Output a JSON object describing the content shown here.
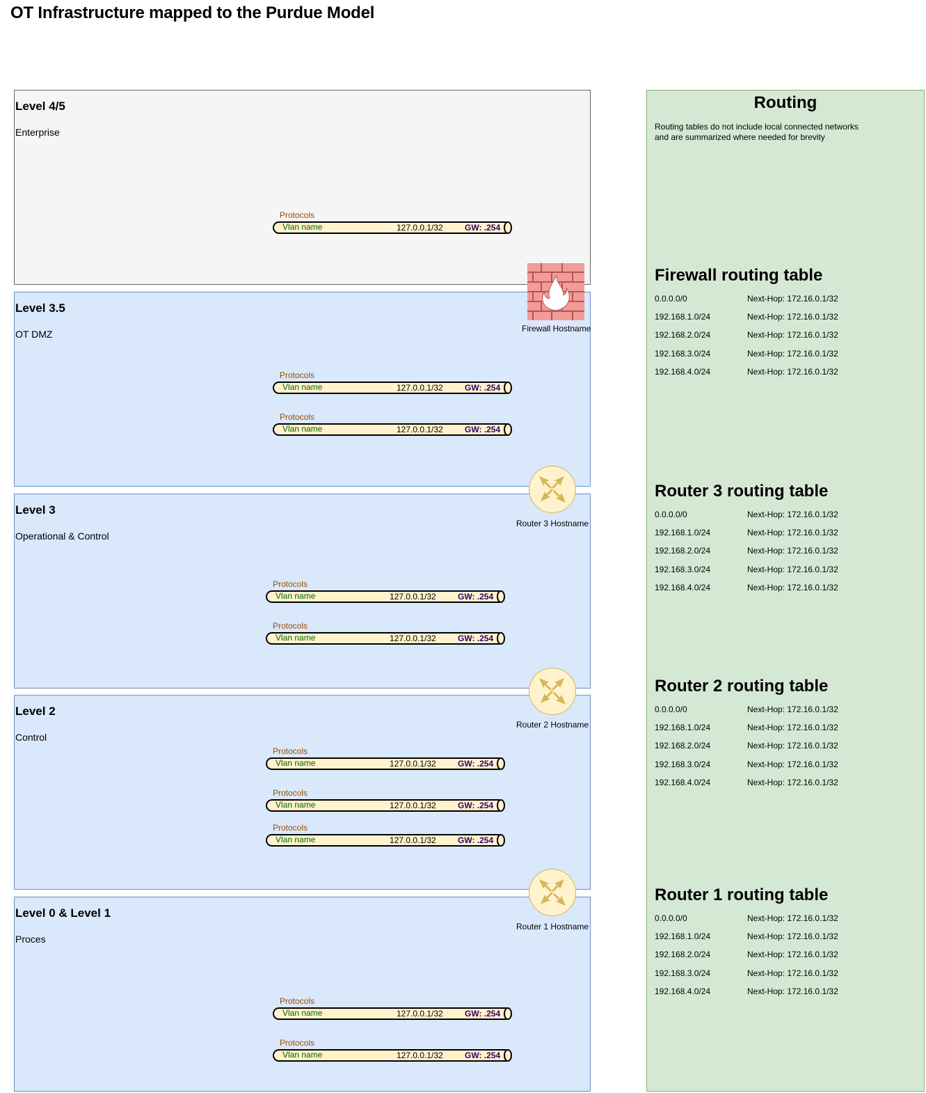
{
  "title": "OT Infrastructure mapped to the Purdue Model",
  "levels": [
    {
      "name": "Level 4/5",
      "desc": "Enterprise"
    },
    {
      "name": "Level 3.5",
      "desc": "OT DMZ"
    },
    {
      "name": "Level 3",
      "desc": "Operational & Control"
    },
    {
      "name": "Level 2",
      "desc": "Control"
    },
    {
      "name": "Level 0 & Level 1",
      "desc": "Proces"
    }
  ],
  "vlan": {
    "protocols": "Protocols",
    "name": "Vlan name",
    "ip": "127.0.0.1/32",
    "gw": "GW: .254"
  },
  "devices": {
    "firewall": "Firewall Hostname",
    "router3": "Router 3 Hostname",
    "router2": "Router 2 Hostname",
    "router1": "Router 1 Hostname"
  },
  "routing": {
    "title": "Routing",
    "note": "Routing tables do not include local connected networks and are summarized where needed for brevity",
    "tables": [
      {
        "title": "Firewall routing table",
        "rows": [
          {
            "net": "0.0.0.0/0",
            "hop": "Next-Hop: 172.16.0.1/32"
          },
          {
            "net": "192.168.1.0/24",
            "hop": "Next-Hop: 172.16.0.1/32"
          },
          {
            "net": "192.168.2.0/24",
            "hop": "Next-Hop: 172.16.0.1/32"
          },
          {
            "net": "192.168.3.0/24",
            "hop": "Next-Hop: 172.16.0.1/32"
          },
          {
            "net": "192.168.4.0/24",
            "hop": "Next-Hop: 172.16.0.1/32"
          }
        ]
      },
      {
        "title": "Router 3 routing table",
        "rows": [
          {
            "net": "0.0.0.0/0",
            "hop": "Next-Hop: 172.16.0.1/32"
          },
          {
            "net": "192.168.1.0/24",
            "hop": "Next-Hop: 172.16.0.1/32"
          },
          {
            "net": "192.168.2.0/24",
            "hop": "Next-Hop: 172.16.0.1/32"
          },
          {
            "net": "192.168.3.0/24",
            "hop": "Next-Hop: 172.16.0.1/32"
          },
          {
            "net": "192.168.4.0/24",
            "hop": "Next-Hop: 172.16.0.1/32"
          }
        ]
      },
      {
        "title": "Router 2 routing table",
        "rows": [
          {
            "net": "0.0.0.0/0",
            "hop": "Next-Hop: 172.16.0.1/32"
          },
          {
            "net": "192.168.1.0/24",
            "hop": "Next-Hop: 172.16.0.1/32"
          },
          {
            "net": "192.168.2.0/24",
            "hop": "Next-Hop: 172.16.0.1/32"
          },
          {
            "net": "192.168.3.0/24",
            "hop": "Next-Hop: 172.16.0.1/32"
          },
          {
            "net": "192.168.4.0/24",
            "hop": "Next-Hop: 172.16.0.1/32"
          }
        ]
      },
      {
        "title": "Router 1 routing table",
        "rows": [
          {
            "net": "0.0.0.0/0",
            "hop": "Next-Hop: 172.16.0.1/32"
          },
          {
            "net": "192.168.1.0/24",
            "hop": "Next-Hop: 172.16.0.1/32"
          },
          {
            "net": "192.168.2.0/24",
            "hop": "Next-Hop: 172.16.0.1/32"
          },
          {
            "net": "192.168.3.0/24",
            "hop": "Next-Hop: 172.16.0.1/32"
          },
          {
            "net": "192.168.4.0/24",
            "hop": "Next-Hop: 172.16.0.1/32"
          }
        ]
      }
    ]
  },
  "colors": {
    "level_fill": "#dae8fc",
    "level_stroke": "#6c8ebf",
    "enterprise_fill": "#f5f5f5",
    "routing_fill": "#d5e8d4",
    "vlan_fill": "#fff2cc",
    "router_fill": "#fff2cc",
    "router_arrows": "#d6b656",
    "firewall": "#d25454"
  }
}
